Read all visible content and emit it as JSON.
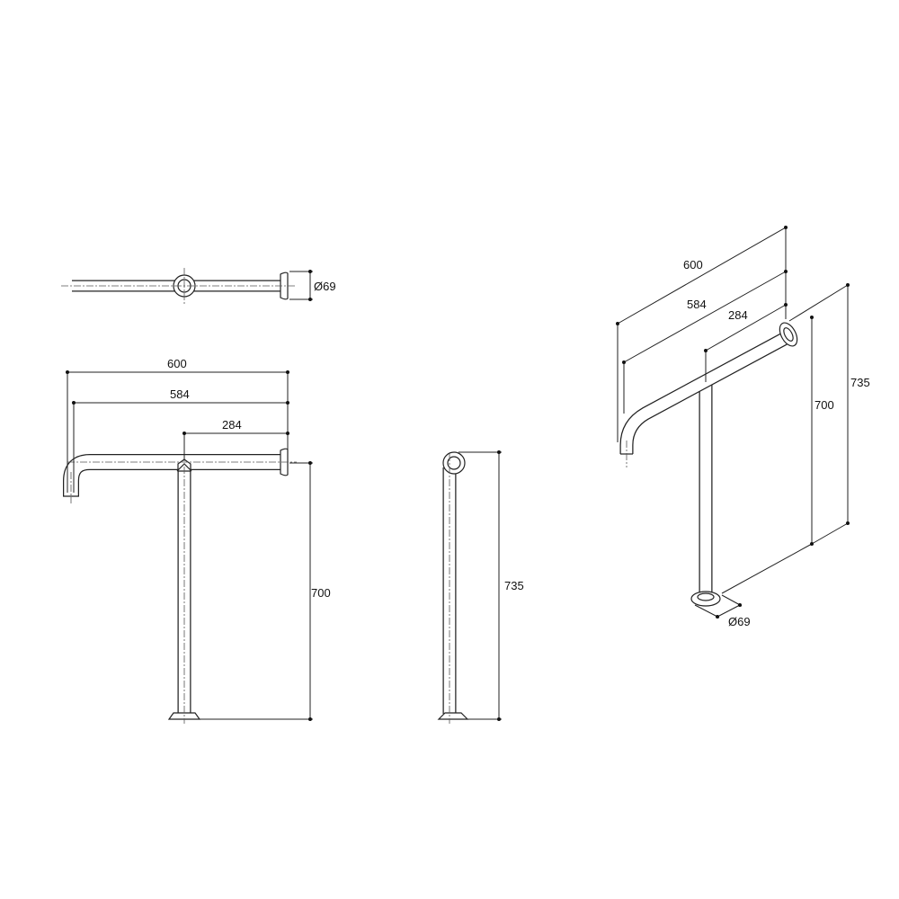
{
  "drawing": {
    "top_view": {
      "diameter_label": "Ø69"
    },
    "front_view": {
      "width_overall": "600",
      "width_inner": "584",
      "post_offset": "284",
      "height": "700"
    },
    "side_view": {
      "height_overall": "735"
    },
    "iso_view": {
      "width_overall": "600",
      "width_inner": "584",
      "post_offset": "284",
      "height": "700",
      "height_overall": "735",
      "diameter_label": "Ø69"
    },
    "colors": {
      "line": "#222222",
      "background": "#ffffff"
    }
  }
}
